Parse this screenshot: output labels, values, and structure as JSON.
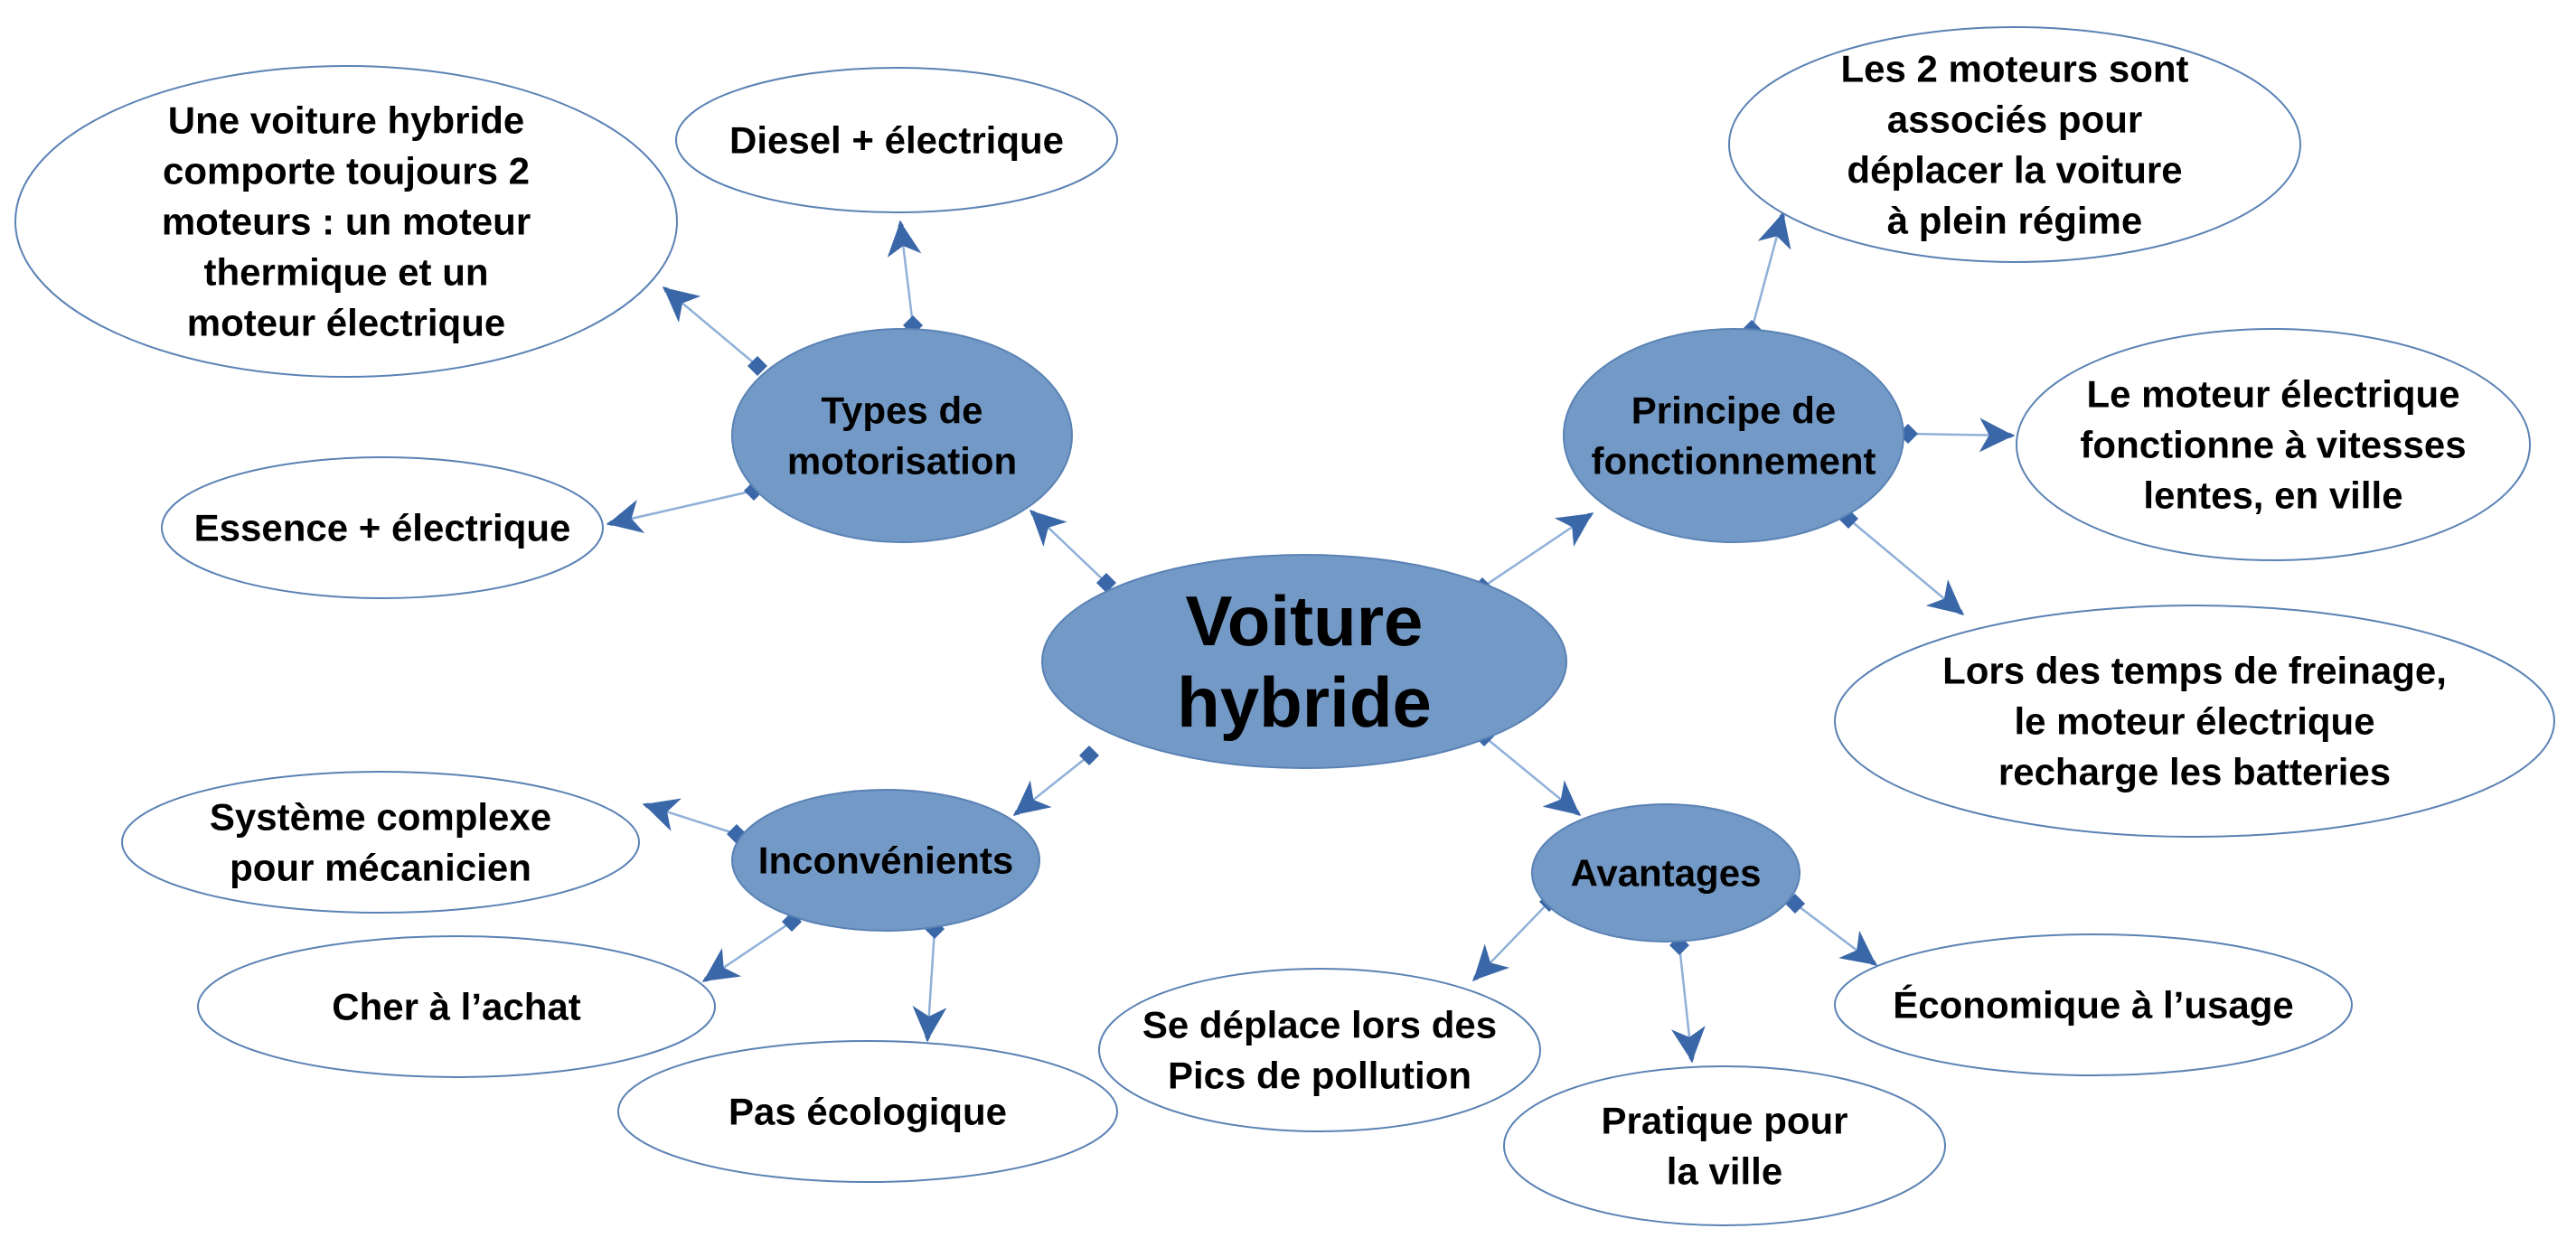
{
  "colors": {
    "center_fill": "#7399c6",
    "center_stroke": "#5a82b4",
    "branch_fill": "#7399c6",
    "leaf_fill": "#ffffff",
    "leaf_stroke": "#5a82b4",
    "connector": "#8fb0d8",
    "arrow": "#3a67a8"
  },
  "center": {
    "lines": [
      "Voiture",
      "hybride"
    ]
  },
  "branches": {
    "motorisation": {
      "lines": [
        "Types de",
        "motorisation"
      ],
      "leaves": [
        {
          "lines": [
            "Une voiture hybride",
            "comporte toujours 2",
            "moteurs : un moteur",
            "thermique et un",
            "moteur électrique"
          ]
        },
        {
          "lines": [
            "Diesel + électrique"
          ]
        },
        {
          "lines": [
            "Essence + électrique"
          ]
        }
      ]
    },
    "principe": {
      "lines": [
        "Principe de",
        "fonctionnement"
      ],
      "leaves": [
        {
          "lines": [
            "Les 2 moteurs sont",
            "associés pour",
            "déplacer la voiture",
            "à plein régime"
          ]
        },
        {
          "lines": [
            "Le moteur électrique",
            "fonctionne à vitesses",
            "lentes, en ville"
          ]
        },
        {
          "lines": [
            "Lors des temps de freinage,",
            "le moteur électrique",
            "recharge les batteries"
          ]
        }
      ]
    },
    "inconvenients": {
      "lines": [
        "Inconvénients"
      ],
      "leaves": [
        {
          "lines": [
            "Système complexe",
            "pour mécanicien"
          ]
        },
        {
          "lines": [
            "Cher à l’achat"
          ]
        },
        {
          "lines": [
            "Pas écologique"
          ]
        }
      ]
    },
    "avantages": {
      "lines": [
        "Avantages"
      ],
      "leaves": [
        {
          "lines": [
            "Se déplace lors des",
            "Pics de pollution"
          ]
        },
        {
          "lines": [
            "Pratique pour",
            "la ville"
          ]
        },
        {
          "lines": [
            "Économique à l’usage"
          ]
        }
      ]
    }
  }
}
